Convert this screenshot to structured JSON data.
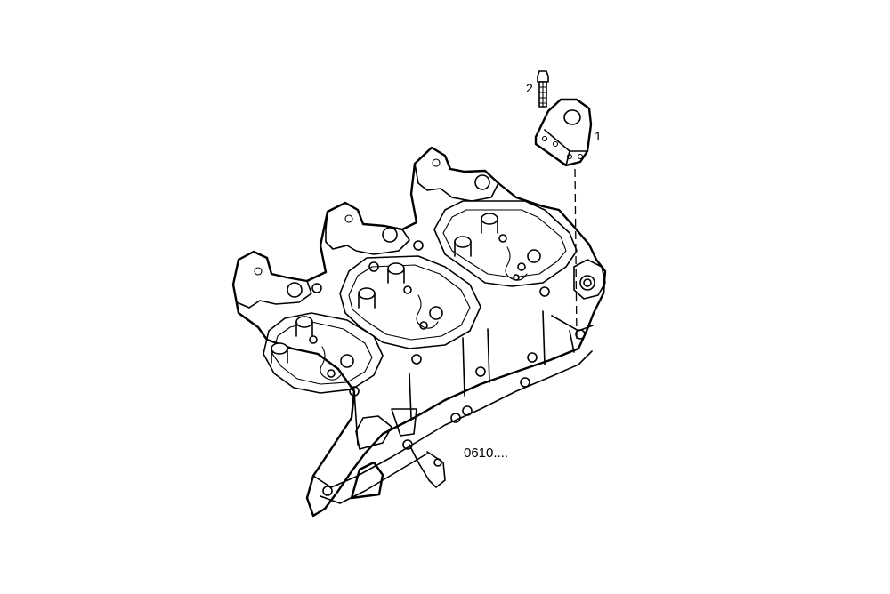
{
  "callouts": {
    "bracket_number": "1",
    "bolt_number": "2"
  },
  "reference_code": "0610....",
  "colors": {
    "line": "#000000",
    "background": "#ffffff"
  }
}
